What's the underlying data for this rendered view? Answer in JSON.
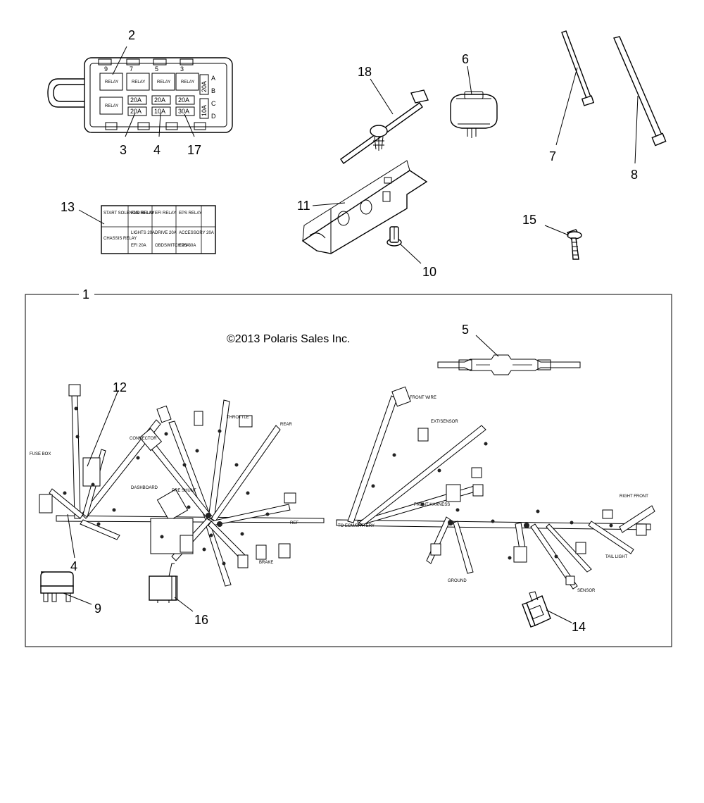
{
  "diagram": {
    "copyright": "©2013 Polaris Sales Inc.",
    "callouts": {
      "c2": "2",
      "c3": "3",
      "c4a": "4",
      "c17": "17",
      "c18": "18",
      "c6": "6",
      "c7": "7",
      "c8": "8",
      "c13": "13",
      "c11": "11",
      "c10": "10",
      "c15": "15",
      "c1": "1",
      "c5": "5",
      "c12": "12",
      "c4b": "4",
      "c9": "9",
      "c16": "16",
      "c14": "14"
    },
    "fuse_box": {
      "top_numbers": [
        "9",
        "7",
        "5",
        "3"
      ],
      "relay_label": "RELAY",
      "fuses_row1": [
        "20A",
        "20A",
        "20A"
      ],
      "fuses_row2": [
        "20A",
        "10A",
        "30A"
      ],
      "side_letters": [
        "A",
        "B",
        "C",
        "D"
      ],
      "side_fuses": [
        "20A",
        "10A"
      ]
    },
    "decal": {
      "row1": [
        "START SOLENOID RELAY",
        "FAN RELAY",
        "EFI RELAY",
        "EPS RELAY"
      ],
      "row2": [
        "CHASSIS RELAY",
        "LIGHTS 20A",
        "DRIVE 20A",
        "ACCESSORY 20A"
      ],
      "row3": [
        "",
        "EFI 20A",
        "OBDSWITCH 10A",
        "EPS 30A"
      ]
    }
  }
}
